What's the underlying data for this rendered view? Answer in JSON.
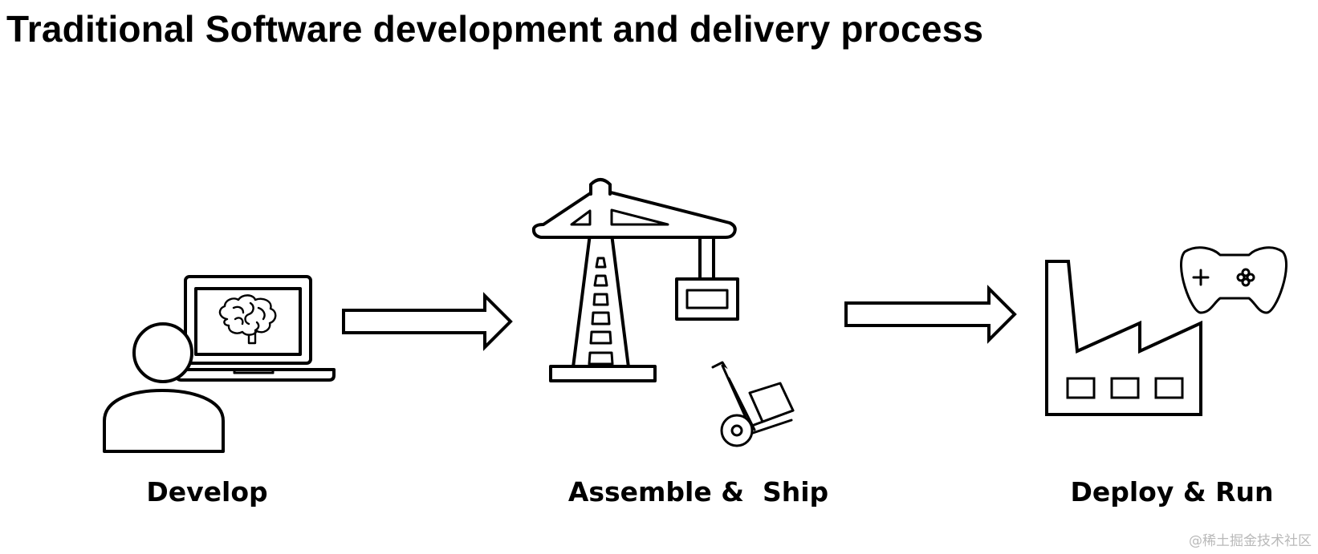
{
  "page": {
    "title": "Traditional Software development and delivery process"
  },
  "stages": [
    {
      "label": "Develop",
      "icon": "developer-at-laptop-icon"
    },
    {
      "label": "Assemble &  Ship",
      "icon": "tower-crane-icon"
    },
    {
      "label": "Deploy & Run",
      "icon": "factory-icon"
    }
  ],
  "connectors": [
    {
      "from": "Develop",
      "to": "Assemble &  Ship",
      "icon": "right-arrow-icon"
    },
    {
      "from": "Assemble &  Ship",
      "to": "Deploy & Run",
      "icon": "right-arrow-icon"
    }
  ],
  "extra_icons": [
    "brain-icon",
    "hand-truck-icon",
    "gamepad-icon"
  ],
  "watermark": "@稀土掘金技术社区",
  "colors": {
    "ink": "#000000",
    "background": "#ffffff",
    "watermark": "#b9b9b9"
  }
}
